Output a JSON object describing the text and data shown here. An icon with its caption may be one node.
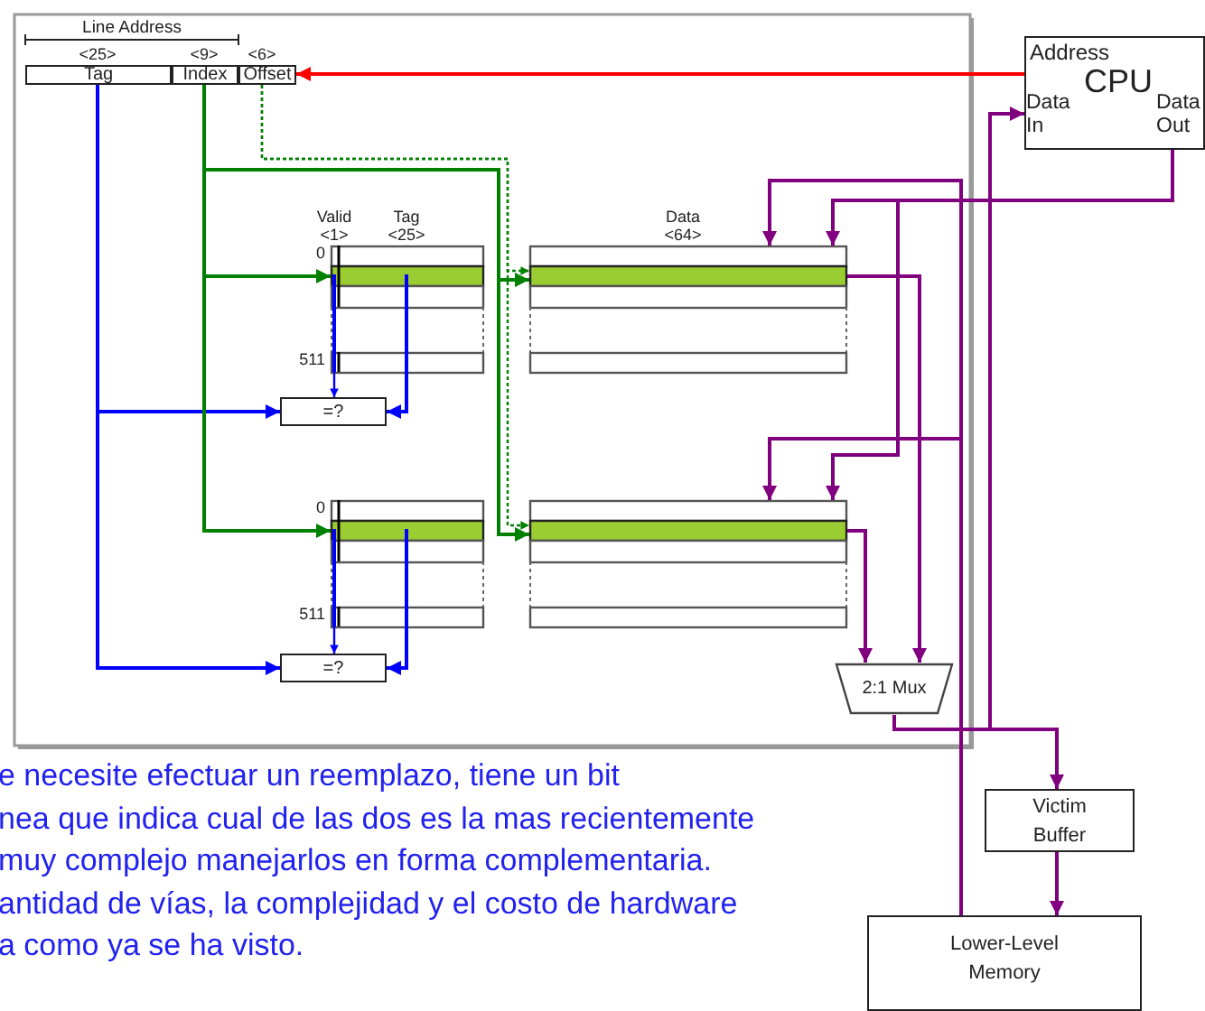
{
  "diagram": {
    "nodes": [
      {
        "text": [
          "Tag"
        ],
        "beside": [
          "<25>"
        ]
      },
      {
        "text": [
          "Index"
        ],
        "beside": [
          "<9>"
        ]
      },
      {
        "text": [
          "Offset"
        ],
        "beside": [
          "<6>"
        ]
      },
      {
        "text": [
          "Address",
          "CPU",
          "Data In",
          "Data Out"
        ]
      },
      {
        "text": [],
        "shape": "box",
        "beside": [
          "Valid <1>",
          "Tag <25>",
          "0",
          "511"
        ]
      },
      {
        "text": [],
        "shape": "box",
        "beside": [
          "Data <64>"
        ]
      },
      {
        "text": [],
        "shape": "box",
        "beside": [
          "0",
          "511"
        ]
      },
      {
        "text": [],
        "shape": "box"
      },
      {
        "text": [
          "=?"
        ]
      },
      {
        "text": [
          "=?"
        ]
      },
      {
        "text": [
          "2:1 Mux"
        ]
      },
      {
        "text": [
          "Victim Buffer"
        ]
      },
      {
        "text": [
          "Lower-Level Memory"
        ]
      }
    ],
    "edges": [
      {
        "from": 3,
        "to": 2,
        "arrow": "to",
        "color": "#ff0000"
      },
      {
        "from": 0,
        "to": 8,
        "arrow": "to",
        "color": "#0000ff"
      },
      {
        "from": 0,
        "to": 9,
        "arrow": "to",
        "color": "#0000ff"
      },
      {
        "from": 4,
        "to": 8,
        "arrow": "to",
        "color": "#0000ff"
      },
      {
        "from": 4,
        "to": 8,
        "arrow": "to",
        "color": "#0000ff"
      },
      {
        "from": 6,
        "to": 9,
        "arrow": "to",
        "color": "#0000ff"
      },
      {
        "from": 6,
        "to": 9,
        "arrow": "to",
        "color": "#0000ff"
      },
      {
        "from": 1,
        "to": 4,
        "arrow": "to",
        "color": "#008000"
      },
      {
        "from": 1,
        "to": 6,
        "arrow": "to",
        "color": "#008000"
      },
      {
        "from": 1,
        "to": 5,
        "arrow": "to",
        "color": "#008000"
      },
      {
        "from": 1,
        "to": 7,
        "arrow": "to",
        "color": "#008000"
      },
      {
        "from": 2,
        "to": 5,
        "arrow": "to",
        "style": "dashed",
        "color": "#008000"
      },
      {
        "from": 2,
        "to": 7,
        "arrow": "to",
        "style": "dashed",
        "color": "#008000"
      },
      {
        "from": 5,
        "to": 10,
        "arrow": "to",
        "color": "#800080"
      },
      {
        "from": 7,
        "to": 10,
        "arrow": "to",
        "color": "#800080"
      },
      {
        "from": 3,
        "to": 5,
        "arrow": "to",
        "color": "#800080"
      },
      {
        "from": 3,
        "to": 7,
        "arrow": "to",
        "color": "#800080"
      },
      {
        "from": 12,
        "to": 5,
        "arrow": "to",
        "color": "#800080"
      },
      {
        "from": 12,
        "to": 7,
        "arrow": "to",
        "color": "#800080"
      },
      {
        "from": 10,
        "to": 3,
        "arrow": "to",
        "color": "#800080"
      },
      {
        "from": 10,
        "to": 11,
        "arrow": "to",
        "color": "#800080"
      },
      {
        "from": 11,
        "to": 12,
        "arrow": "to",
        "color": "#800080"
      }
    ],
    "labels": [
      "Line Address",
      "e necesite efectuar un reemplazo, tiene un bit",
      "nea que indica cual de las dos es la mas recientemente",
      "muy complejo manejarlos en forma complementaria.",
      "antidad de vías, la complejidad y el costo de hardware",
      "a como ya se ha visto."
    ]
  }
}
